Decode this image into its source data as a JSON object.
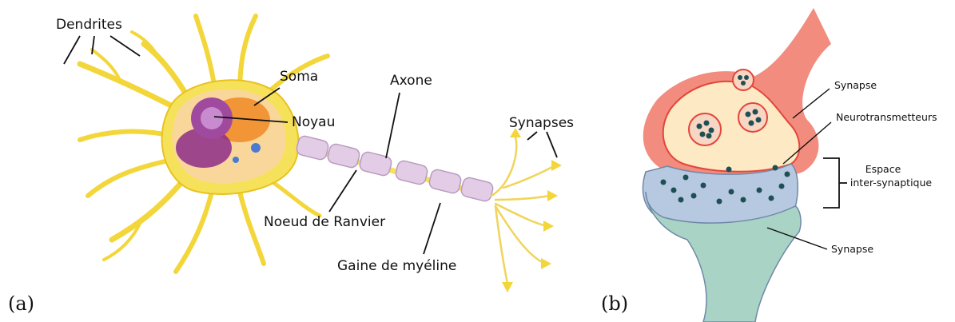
{
  "panel_a": {
    "tag": "(a)",
    "labels": {
      "dendrites": "Dendrites",
      "soma": "Soma",
      "noyau": "Noyau",
      "axone": "Axone",
      "synapses": "Synapses",
      "noeud": "Noeud de Ranvier",
      "gaine": "Gaine de myéline"
    }
  },
  "panel_b": {
    "tag": "(b)",
    "labels": {
      "synapse_top": "Synapse",
      "neurotransmetteurs": "Neurotransmetteurs",
      "espace_line1": "Espace",
      "espace_line2": "inter-synaptique",
      "synapse_bottom": "Synapse"
    }
  },
  "colors": {
    "neuron_yellow": "#f6e25a",
    "neuron_outline": "#e8c21e",
    "myelin": "#e3cde6",
    "myelin_outline": "#b99bc0",
    "nucleus": "#a04a9f",
    "organelle_orange": "#f08a24",
    "presynaptic_outer": "#f28c7f",
    "presynaptic_inner": "#fde9c4",
    "cleft_blue": "#b7c9e0",
    "postsynaptic": "#a9d3c5",
    "vesicle_dot": "#1f4f55"
  }
}
